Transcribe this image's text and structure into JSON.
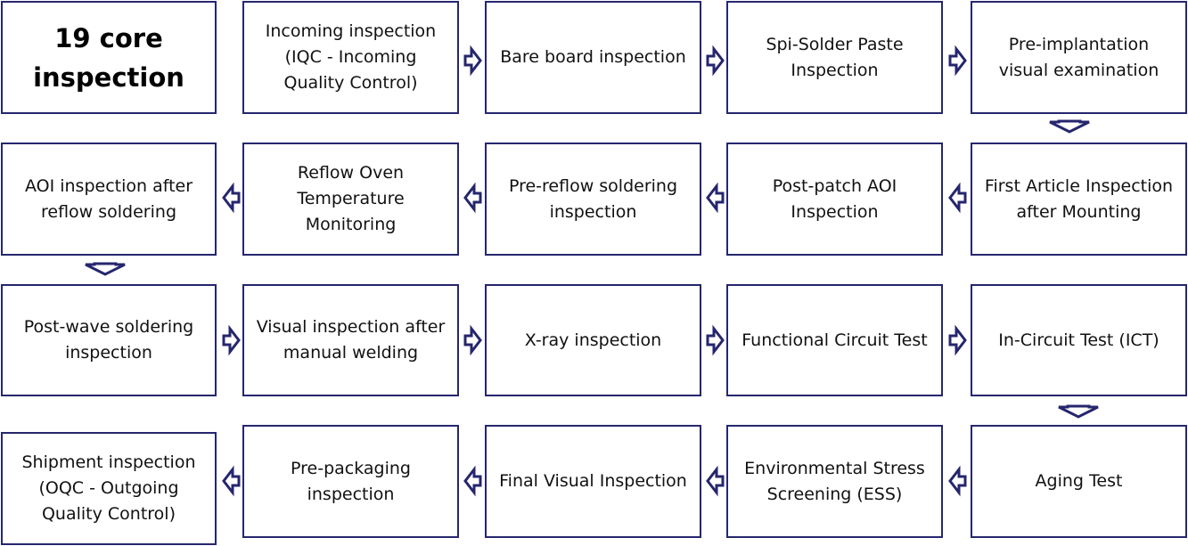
{
  "title": "19 core\ninspection",
  "steps": [
    "Incoming inspection\n(IQC - Incoming\nQuality Control)",
    "Bare board inspection",
    "Spi-Solder Paste\nInspection",
    "Pre-implantation\nvisual examination",
    "First Article Inspection\nafter Mounting",
    "Post-patch AOI\nInspection",
    "Pre-reflow soldering\ninspection",
    "Reflow Oven\nTemperature\nMonitoring",
    "AOI inspection after\nreflow soldering",
    "Post-wave soldering\ninspection",
    "Visual inspection after\nmanual welding",
    "X-ray inspection",
    "Functional Circuit Test",
    "In-Circuit Test (ICT)",
    "Aging Test",
    "Environmental Stress\nScreening (ESS)",
    "Final Visual Inspection",
    "Pre-packaging\ninspection",
    "Shipment inspection\n(OQC - Outgoing\nQuality Control)"
  ],
  "colors": {
    "border": "#26266e",
    "arrow": "#26266e"
  }
}
